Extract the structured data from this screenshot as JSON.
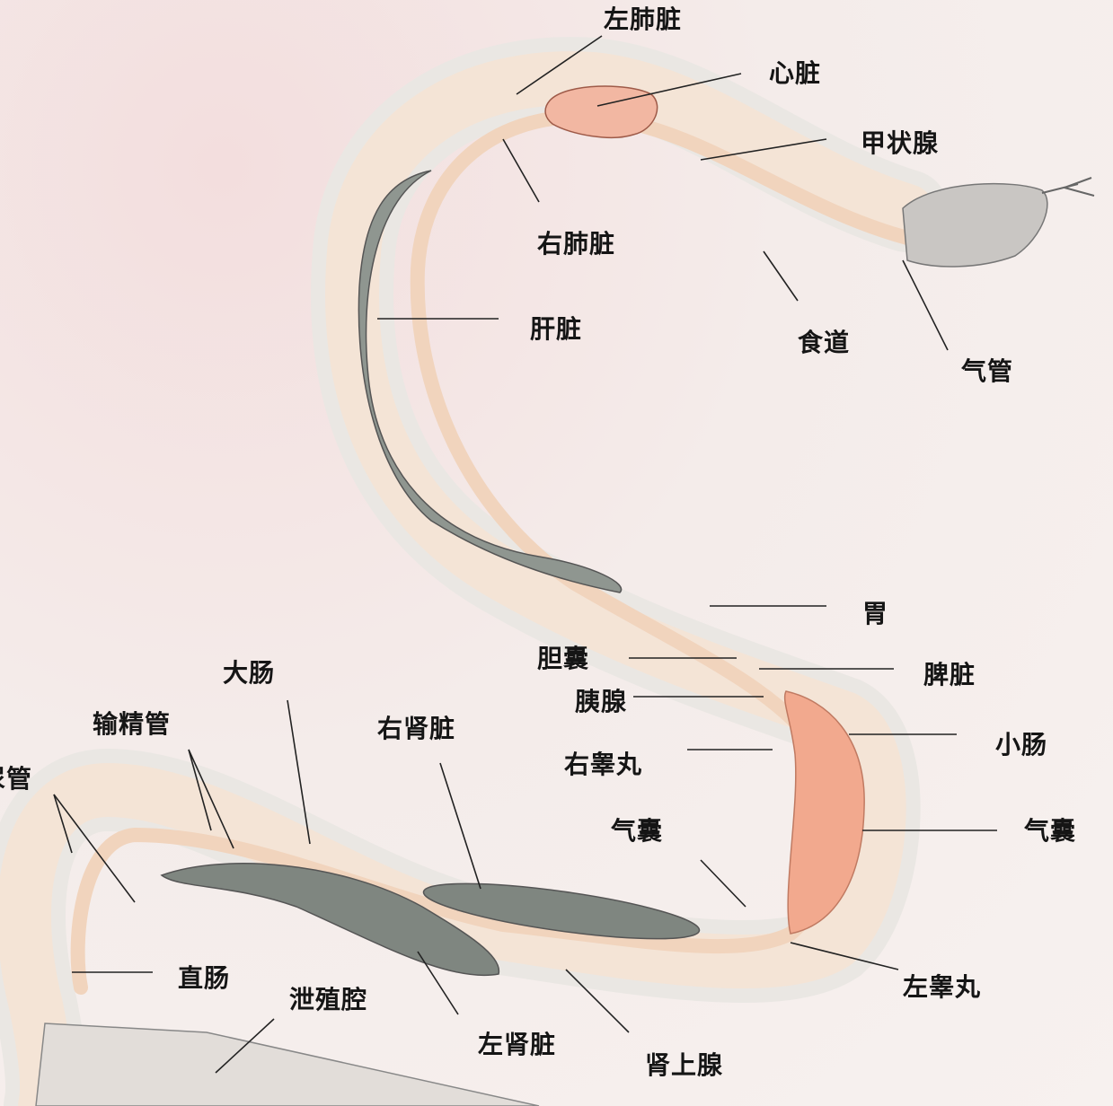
{
  "diagram": {
    "labels": {
      "left_lung": "左肺脏",
      "heart": "心脏",
      "thyroid": "甲状腺",
      "right_lung": "右肺脏",
      "liver": "肝脏",
      "esophagus": "食道",
      "trachea": "气管",
      "stomach": "胃",
      "gallbladder": "胆囊",
      "spleen": "脾脏",
      "pancreas": "胰腺",
      "small_intestine": "小肠",
      "right_testis": "右睾丸",
      "air_sac_inner": "气囊",
      "air_sac_outer": "气囊",
      "large_intestine": "大肠",
      "vas_deferens": "输精管",
      "right_kidney": "右肾脏",
      "ureter_partial": "尿管",
      "rectum": "直肠",
      "cloaca": "泄殖腔",
      "left_kidney": "左肾脏",
      "adrenal": "肾上腺",
      "left_testis": "左睾丸"
    }
  }
}
